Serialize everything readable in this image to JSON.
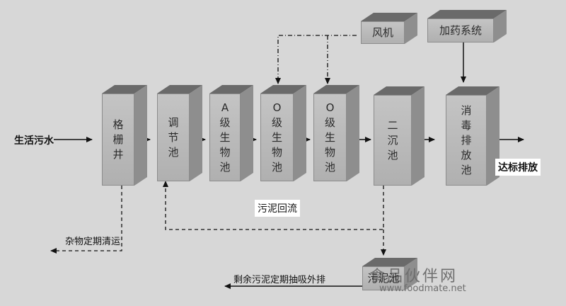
{
  "units": {
    "grille_well": "格栅井",
    "regulating_tank": "调节池",
    "a_bio_tank": "A级生物池",
    "o_bio_tank_1": "O级生物池",
    "o_bio_tank_2": "O级生物池",
    "secondary_clarifier": "二沉池",
    "disinfection_tank": "消毒排放池",
    "blower": "风机",
    "dosing_system": "加药系统",
    "sludge_tank": "污泥池"
  },
  "labels": {
    "inlet": "生活污水",
    "outlet": "达标排放",
    "sludge_return": "污泥回流",
    "debris_removal": "杂物定期清运",
    "excess_sludge": "剩余污泥定期抽吸外排"
  },
  "watermark": {
    "line1": "食品伙伴网",
    "line2": "www.foodmate.net"
  },
  "colors": {
    "background": "#d7d7d7",
    "line": "#111111"
  }
}
